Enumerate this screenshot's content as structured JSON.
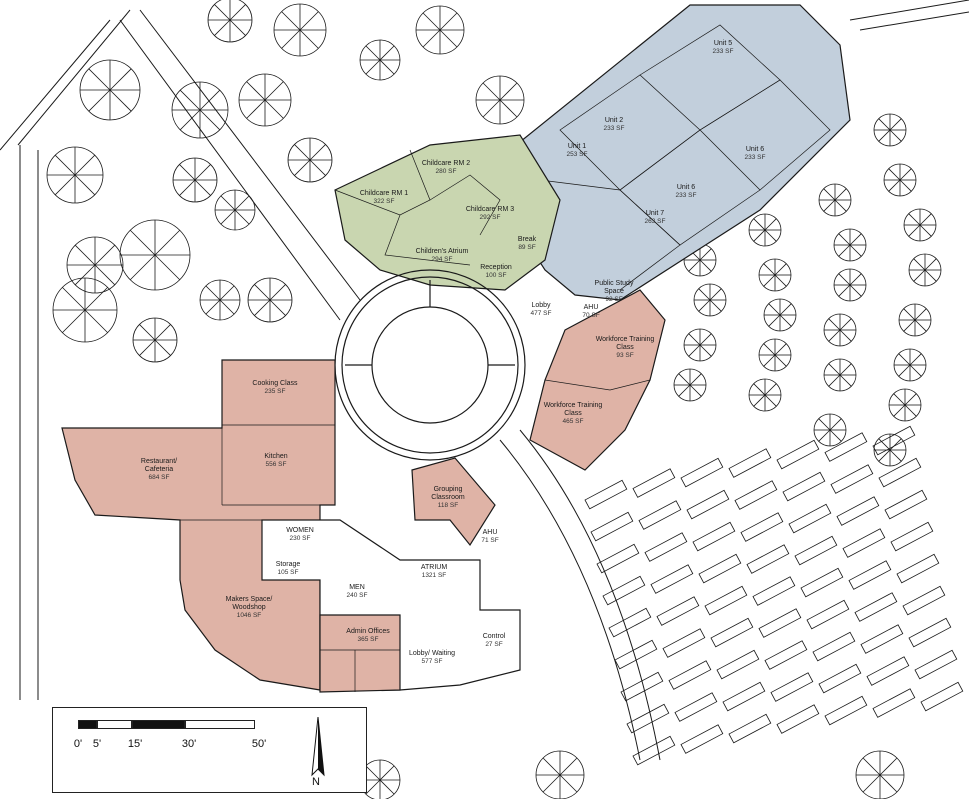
{
  "colors": {
    "childcare": "#c9d6b0",
    "housing": "#c2cfdc",
    "commercial": "#dfb3a6",
    "line": "#1a1a1a",
    "background": "#ffffff"
  },
  "rooms": [
    {
      "id": "unit-5",
      "name": "Unit 5",
      "area": "233 SF"
    },
    {
      "id": "unit-2",
      "name": "Unit 2",
      "area": "233 SF"
    },
    {
      "id": "unit-1",
      "name": "Unit 1",
      "area": "253 SF"
    },
    {
      "id": "unit-6a",
      "name": "Unit 6",
      "area": "233 SF"
    },
    {
      "id": "unit-6b",
      "name": "Unit 6",
      "area": "233 SF"
    },
    {
      "id": "unit-7",
      "name": "Unit 7",
      "area": "263 SF"
    },
    {
      "id": "childcare-rm-1",
      "name": "Childcare RM 1",
      "area": "322 SF"
    },
    {
      "id": "childcare-rm-2",
      "name": "Childcare RM 2",
      "area": "280 SF"
    },
    {
      "id": "childcare-rm-3",
      "name": "Childcare RM 3",
      "area": "292 SF"
    },
    {
      "id": "childrens-atrium",
      "name": "Children's Atrium",
      "area": "294 SF"
    },
    {
      "id": "break",
      "name": "Break",
      "area": "89 SF"
    },
    {
      "id": "reception",
      "name": "Reception",
      "area": "100 SF"
    },
    {
      "id": "public-study",
      "name": "Public Study Space",
      "area": "92 SF"
    },
    {
      "id": "lobby",
      "name": "Lobby",
      "area": "477 SF"
    },
    {
      "id": "ahu-1",
      "name": "AHU",
      "area": "70 SF"
    },
    {
      "id": "workforce-1",
      "name": "Workforce Training Class",
      "area": "93 SF"
    },
    {
      "id": "workforce-2",
      "name": "Workforce Training Class",
      "area": "465 SF"
    },
    {
      "id": "cooking-class",
      "name": "Cooking Class",
      "area": "235 SF"
    },
    {
      "id": "restaurant",
      "name": "Restaurant/ Cafeteria",
      "area": "684 SF"
    },
    {
      "id": "kitchen",
      "name": "Kitchen",
      "area": "556 SF"
    },
    {
      "id": "grouping-classroom",
      "name": "Grouping Classroom",
      "area": "118 SF"
    },
    {
      "id": "ahu-2",
      "name": "AHU",
      "area": "71 SF"
    },
    {
      "id": "women",
      "name": "WOMEN",
      "area": "230 SF"
    },
    {
      "id": "storage",
      "name": "Storage",
      "area": "105 SF"
    },
    {
      "id": "atrium",
      "name": "ATRIUM",
      "area": "1321 SF"
    },
    {
      "id": "men",
      "name": "MEN",
      "area": "240 SF"
    },
    {
      "id": "makers-space",
      "name": "Makers Space/ Woodshop",
      "area": "1046 SF"
    },
    {
      "id": "admin-offices",
      "name": "Admin Offices",
      "area": "365 SF"
    },
    {
      "id": "control",
      "name": "Control",
      "area": "27 SF"
    },
    {
      "id": "lobby-waiting",
      "name": "Lobby/ Waiting",
      "area": "577 SF"
    }
  ],
  "scale": {
    "ticks": [
      "0'",
      "5'",
      "15'",
      "30'",
      "50'"
    ]
  },
  "north": {
    "label": "N"
  }
}
